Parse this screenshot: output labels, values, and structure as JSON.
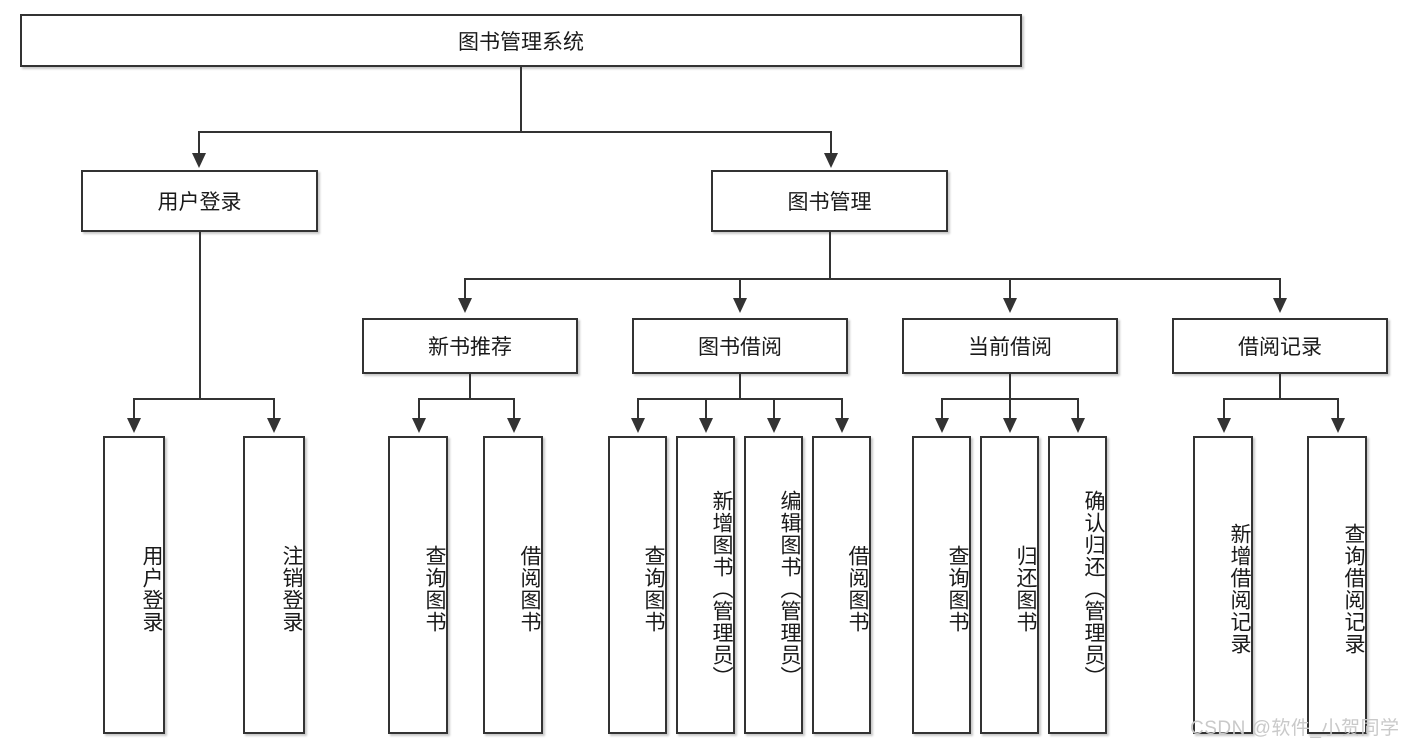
{
  "diagram": {
    "title": "图书管理系统",
    "type": "hierarchy-tree",
    "root": {
      "label": "图书管理系统"
    },
    "level2": [
      {
        "label": "用户登录"
      },
      {
        "label": "图书管理"
      }
    ],
    "level3": [
      {
        "label": "新书推荐"
      },
      {
        "label": "图书借阅"
      },
      {
        "label": "当前借阅"
      },
      {
        "label": "借阅记录"
      }
    ],
    "leaves": {
      "user_login": [
        {
          "label": "用户登录"
        },
        {
          "label": "注销登录"
        }
      ],
      "new_book_recommend": [
        {
          "label": "查询图书"
        },
        {
          "label": "借阅图书"
        }
      ],
      "book_borrow": [
        {
          "label": "查询图书"
        },
        {
          "label": "新增图书（管理员）"
        },
        {
          "label": "编辑图书（管理员）"
        },
        {
          "label": "借阅图书"
        }
      ],
      "current_borrow": [
        {
          "label": "查询图书"
        },
        {
          "label": "归还图书"
        },
        {
          "label": "确认归还（管理员）"
        }
      ],
      "borrow_record": [
        {
          "label": "新增借阅记录"
        },
        {
          "label": "查询借阅记录"
        }
      ]
    }
  },
  "watermark": {
    "text": "CSDN @软件_小贺同学"
  },
  "colors": {
    "stroke": "#333333",
    "text": "#1a1a1a",
    "background": "#ffffff",
    "watermark": "#c9c9c9"
  }
}
